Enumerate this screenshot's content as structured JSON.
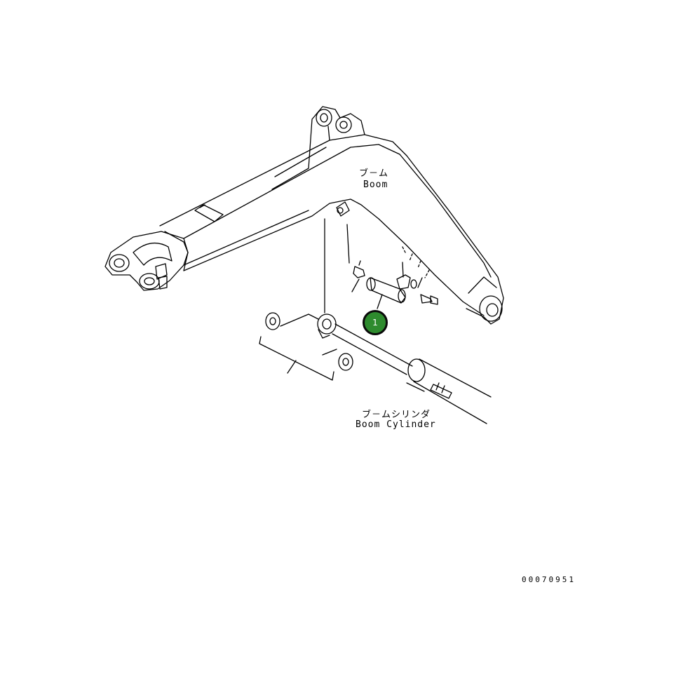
{
  "labels": {
    "boom_jp": "ブ－ム",
    "boom_en": "Boom",
    "cylinder_jp": "ブ－ムシリンダ",
    "cylinder_en": "Boom Cylinder"
  },
  "callouts": [
    {
      "number": "1",
      "color": "#2e8b2e"
    }
  ],
  "reference_number": "00070951"
}
